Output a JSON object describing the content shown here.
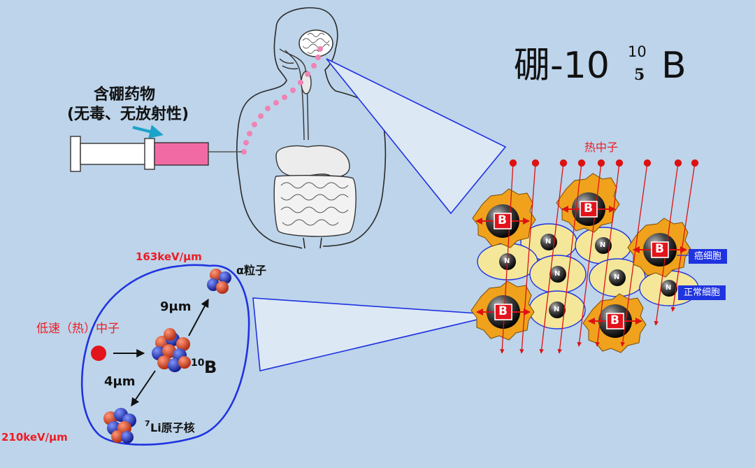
{
  "title": {
    "element": "硼-10",
    "mass_number": "10",
    "atomic_number": "5",
    "symbol": "B"
  },
  "drug_label": {
    "line1": "含硼药物",
    "line2": "(无毒、无放射性)"
  },
  "neutron_label": "热中子",
  "cell_tags": {
    "cancer": "癌细胞",
    "normal": "正常细胞"
  },
  "cell_markers": {
    "boron": "B",
    "nucleus": "N"
  },
  "reaction": {
    "slow_neutron": "低速（热）中子",
    "alpha_let": "163keV/μm",
    "alpha_particle": "α粒子",
    "alpha_range": "9μm",
    "boron_mass": "10",
    "boron_symbol": "B",
    "li_range": "4μm",
    "li_mass": "7",
    "li_name": "Li原子核",
    "li_let": "210keV/μm"
  },
  "colors": {
    "background": "#bdd4ea",
    "label_red": "#ee1b24",
    "loop_blue": "#1f33e0",
    "tag_blue": "#1f33e0",
    "cell_yellow": "#f4e79a",
    "cancer_orange": "#f0a21c",
    "syringe_pink": "#f26aa4",
    "dot_pink": "#ee84b4"
  }
}
